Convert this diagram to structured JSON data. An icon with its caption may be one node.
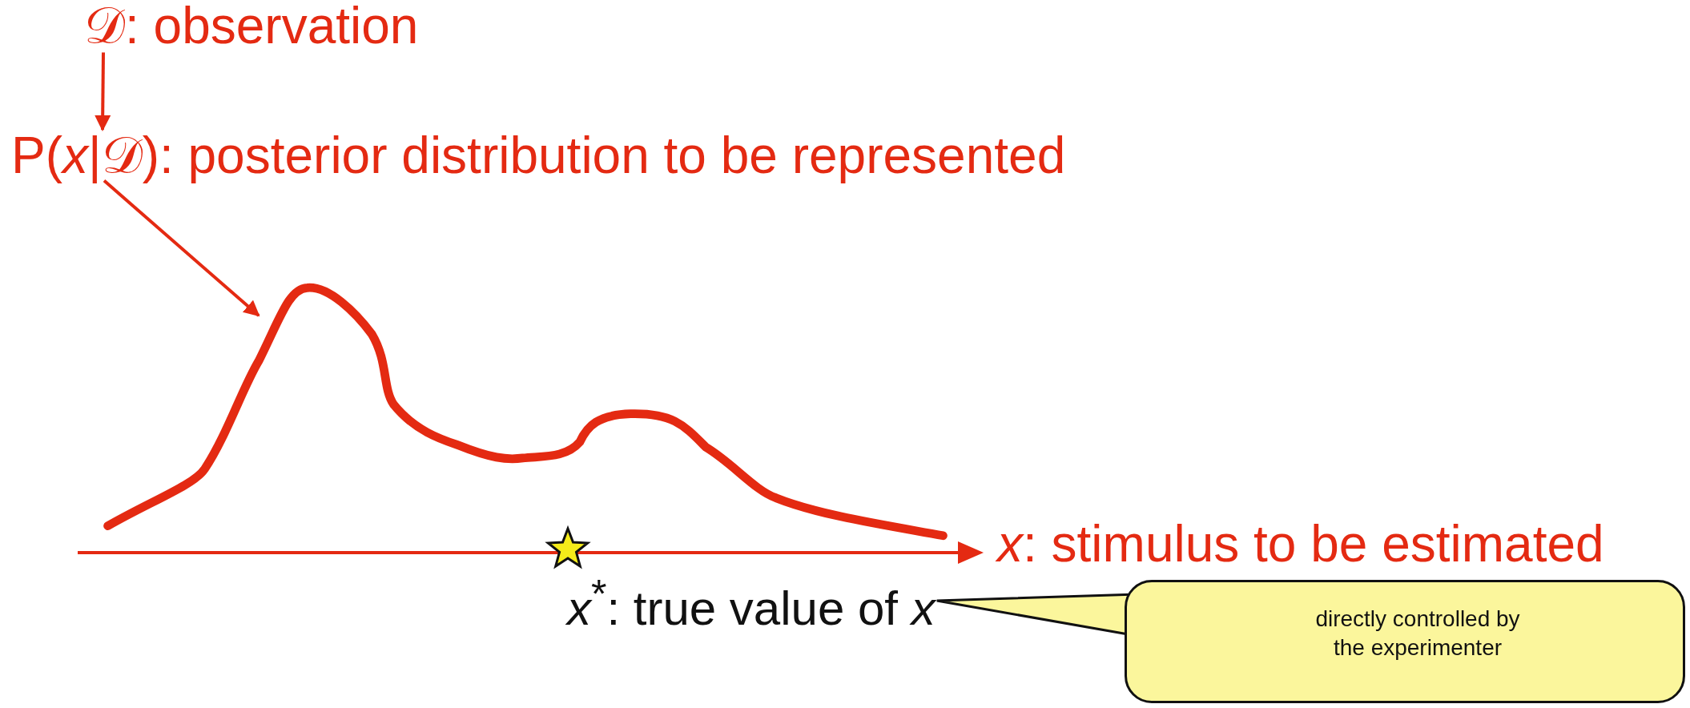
{
  "diagram": {
    "nodes": [
      {
        "text": [
          "𝒟: observation"
        ]
      },
      {
        "text": [
          "P(*x*|𝒟): posterior distribution to be represented"
        ]
      },
      {
        "text": [],
        "shape": "curve"
      },
      {
        "text": [
          "*x*$^{*}$: true value of *x*"
        ]
      },
      {
        "text": [
          "directly controlled by the experimenter"
        ]
      }
    ],
    "edges": [
      {
        "from": 0,
        "to": 1,
        "arrow": "to"
      },
      {
        "from": 1,
        "to": 2,
        "arrow": "to"
      }
    ],
    "labels": [
      "*x*: stimulus to be estimated"
    ]
  }
}
